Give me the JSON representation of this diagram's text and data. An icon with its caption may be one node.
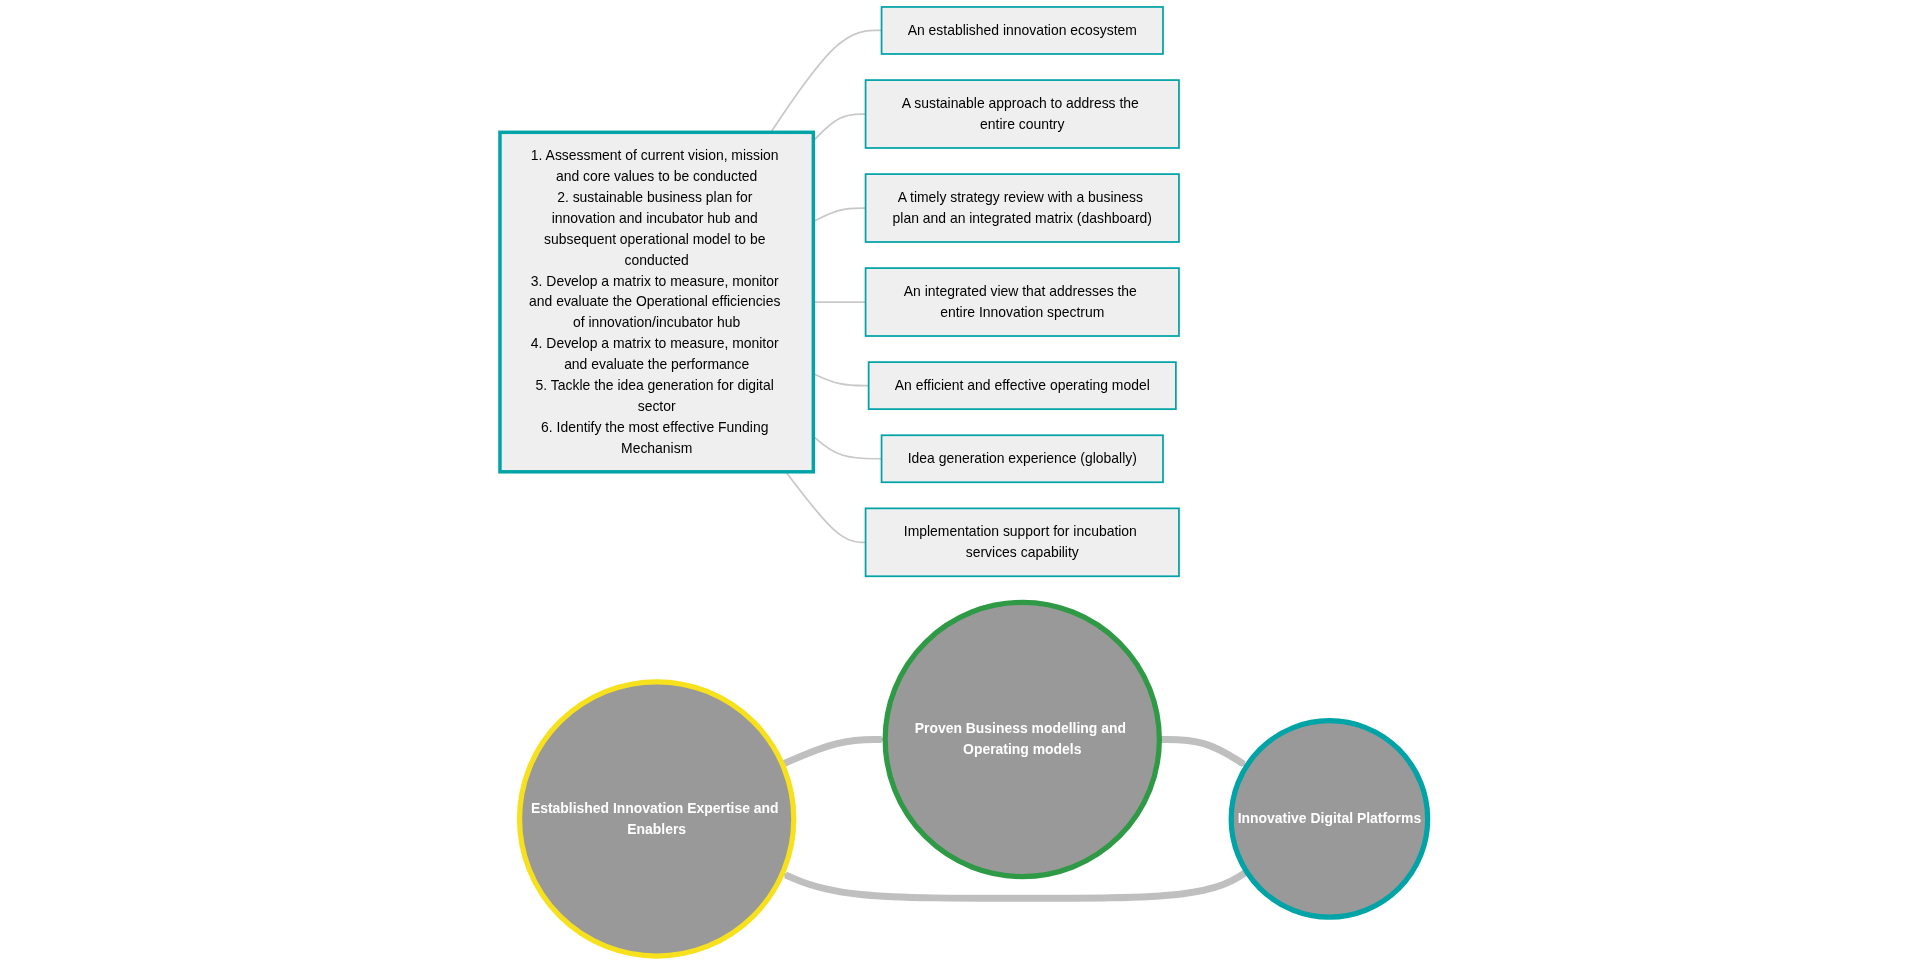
{
  "diagram": {
    "nodes": [
      {
        "text": [
          "1. Assessment of current vision, mission and core values to be conducted",
          "2. sustainable business plan for innovation and incubator hub and subsequent operational model to be conducted",
          "3. Develop a matrix to measure, monitor and evaluate the Operational efficiencies of innovation/incubator hub",
          "4. Develop a matrix to measure, monitor and evaluate the performance",
          "5. Tackle the idea generation for digital sector",
          "6. Identify the most effective Funding Mechanism"
        ]
      },
      {
        "text": [
          "An established innovation ecosystem"
        ]
      },
      {
        "text": [
          "A sustainable approach to address the entire country"
        ]
      },
      {
        "text": [
          "A timely strategy review with a business plan and an integrated matrix (dashboard)"
        ]
      },
      {
        "text": [
          "An integrated view that addresses the entire Innovation spectrum"
        ]
      },
      {
        "text": [
          "An efficient and effective operating model"
        ]
      },
      {
        "text": [
          "Idea generation experience (globally)"
        ]
      },
      {
        "text": [
          "Implementation support for incubation services capability"
        ]
      },
      {
        "text": [
          "Established Innovation Expertise and Enablers"
        ]
      },
      {
        "text": [
          "Proven Business modelling and Operating models"
        ]
      },
      {
        "text": [
          "Innovative Digital Platforms"
        ]
      }
    ],
    "edges": [
      {
        "from": 0,
        "to": 1,
        "arrow": "none"
      },
      {
        "from": 0,
        "to": 2,
        "arrow": "none"
      },
      {
        "from": 0,
        "to": 3,
        "arrow": "none"
      },
      {
        "from": 0,
        "to": 4,
        "arrow": "none"
      },
      {
        "from": 0,
        "to": 5,
        "arrow": "none"
      },
      {
        "from": 0,
        "to": 6,
        "arrow": "none"
      },
      {
        "from": 0,
        "to": 7,
        "arrow": "none"
      },
      {
        "from": 8,
        "to": 9,
        "arrow": "to",
        "style": "thick",
        "color": "#bfbfbf"
      },
      {
        "from": 9,
        "to": 10,
        "arrow": "to",
        "style": "thick",
        "color": "#bfbfbf"
      },
      {
        "from": 10,
        "to": 8,
        "arrow": "to",
        "style": "thick",
        "color": "#bfbfbf"
      }
    ]
  }
}
